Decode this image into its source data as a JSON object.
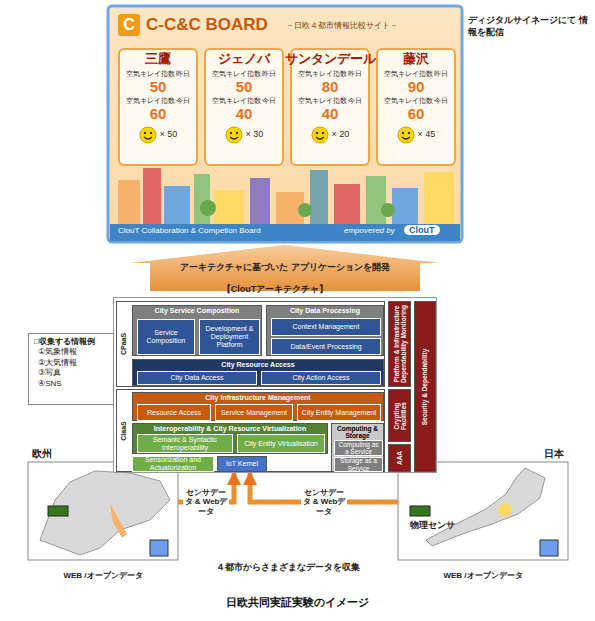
{
  "diagram": {
    "caption": "日欧共同実証実験のイメージ",
    "nodes": [
      {
        "text": [
          "C",
          "C-C&C BOARD",
          "－日欧４都市情報比較サイト－",
          "ClouT Collaboration & Competion Board",
          "empovered by",
          "ClouT"
        ]
      },
      {
        "text": [
          "三鷹",
          "空気キレイ指数 昨日",
          "50",
          "空気キレイ指数 今日",
          "60",
          "× 50"
        ],
        "in": 0
      },
      {
        "text": [
          "ジェノバ",
          "空気キレイ指数 昨日",
          "50",
          "空気キレイ指数 今日",
          "40",
          "× 30"
        ],
        "in": 0
      },
      {
        "text": [
          "サンタンデール",
          "空気キレイ指数 昨日",
          "80",
          "空気キレイ指数 今日",
          "40",
          "× 20"
        ],
        "in": 0
      },
      {
        "text": [
          "藤沢",
          "空気キレイ指数 昨日",
          "90",
          "空気キレイ指数 今日",
          "60",
          "× 45"
        ],
        "in": 0
      },
      {
        "text": [
          "アーキテクチャに基づいた アプリケーションを開発"
        ]
      },
      {
        "text": [
          "【ClouTアーキテクチャ】"
        ]
      },
      {
        "text": [
          "CPaaS"
        ],
        "in": 6
      },
      {
        "text": [
          "City Service Composition"
        ],
        "in": 7
      },
      {
        "text": [
          "Service Composition"
        ],
        "in": 8
      },
      {
        "text": [
          "Development & Deployment Platform"
        ],
        "in": 8
      },
      {
        "text": [
          "City Data Processing"
        ],
        "in": 7
      },
      {
        "text": [
          "Context Management"
        ],
        "in": 11
      },
      {
        "text": [
          "Data/Event Processing"
        ],
        "in": 11
      },
      {
        "text": [
          "City Resource Access"
        ],
        "in": 7
      },
      {
        "text": [
          "City Data Access"
        ],
        "in": 14
      },
      {
        "text": [
          "City Action Access"
        ],
        "in": 14
      },
      {
        "text": [
          "CIaaS"
        ],
        "in": 6
      },
      {
        "text": [
          "City Infrastructure Management"
        ],
        "in": 17
      },
      {
        "text": [
          "Resource Access"
        ],
        "in": 18
      },
      {
        "text": [
          "Service Management"
        ],
        "in": 18
      },
      {
        "text": [
          "City Entity Management"
        ],
        "in": 18
      },
      {
        "text": [
          "Interoperability & City Resource Virtualization"
        ],
        "in": 17
      },
      {
        "text": [
          "Semanic & Syntactic Interoperability"
        ],
        "in": 22
      },
      {
        "text": [
          "City Entity Virtualisation"
        ],
        "in": 22
      },
      {
        "text": [
          "Sensorization and Actuatorization"
        ],
        "in": 17
      },
      {
        "text": [
          "IoT Kernel"
        ],
        "in": 17
      },
      {
        "text": [
          "Computing & Storage"
        ],
        "in": 17
      },
      {
        "text": [
          "Computing as a Service"
        ],
        "in": 27
      },
      {
        "text": [
          "Storage as a Service"
        ],
        "in": 27
      },
      {
        "text": [
          "Platform & Infrastructure Dependability Monitoring"
        ],
        "in": 6
      },
      {
        "text": [
          "Security & Dependability"
        ],
        "in": 6
      },
      {
        "text": [
          "Crypting Facilities"
        ],
        "in": 6
      },
      {
        "text": [
          "AAA"
        ],
        "in": 6
      },
      {
        "text": [
          "□収集する情報例",
          "①気象情報",
          "②大気情報",
          "③写真",
          "④SNS"
        ]
      },
      {
        "text": [
          "欧州",
          "WEB /オープンデータ"
        ]
      },
      {
        "text": [
          "日本",
          "物理センサ",
          "WEB /オープンデータ"
        ]
      }
    ],
    "edges": [
      {
        "from": 35,
        "to": 26,
        "label": "センサデータ & Webデータ",
        "arrow": "to"
      },
      {
        "from": 36,
        "to": 26,
        "label": "センサデータ & Webデータ",
        "arrow": "to"
      }
    ],
    "labels": [
      "ディジタルサイネージにて 情報を配信",
      "４都市からさまざまなデータを収集"
    ]
  }
}
